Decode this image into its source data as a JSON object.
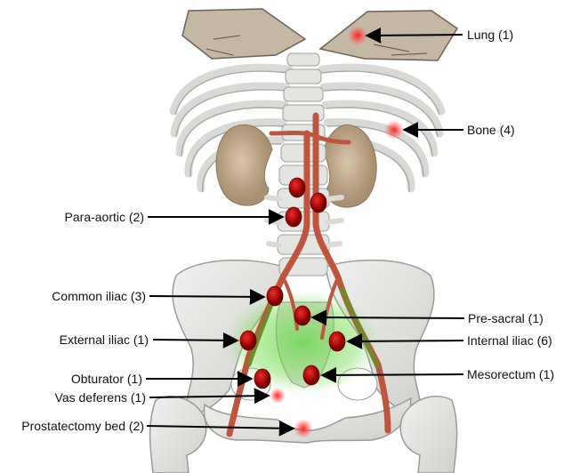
{
  "colors": {
    "bone": "#e8e8e6",
    "bone_shadow": "#b9b9b6",
    "lung": "#c4b7a3",
    "kidney": "#c9b59a",
    "vessel": "#c0553f",
    "node": "#b50d0d",
    "glow": "#ff2a2a",
    "pelvic_highlight": "#5fd43f",
    "arrow": "#000000"
  },
  "labels": {
    "lung": "Lung (1)",
    "bone": "Bone (4)",
    "para_aortic": "Para-aortic (2)",
    "common_iliac": "Common iliac (3)",
    "pre_sacral": "Pre-sacral (1)",
    "external_iliac": "External iliac (1)",
    "internal_iliac": "Internal iliac (6)",
    "obturator": "Obturator (1)",
    "mesorectum": "Mesorectum  (1)",
    "vas_deferens": "Vas deferens (1)",
    "prostatectomy_bed": "Prostatectomy bed (2)"
  }
}
